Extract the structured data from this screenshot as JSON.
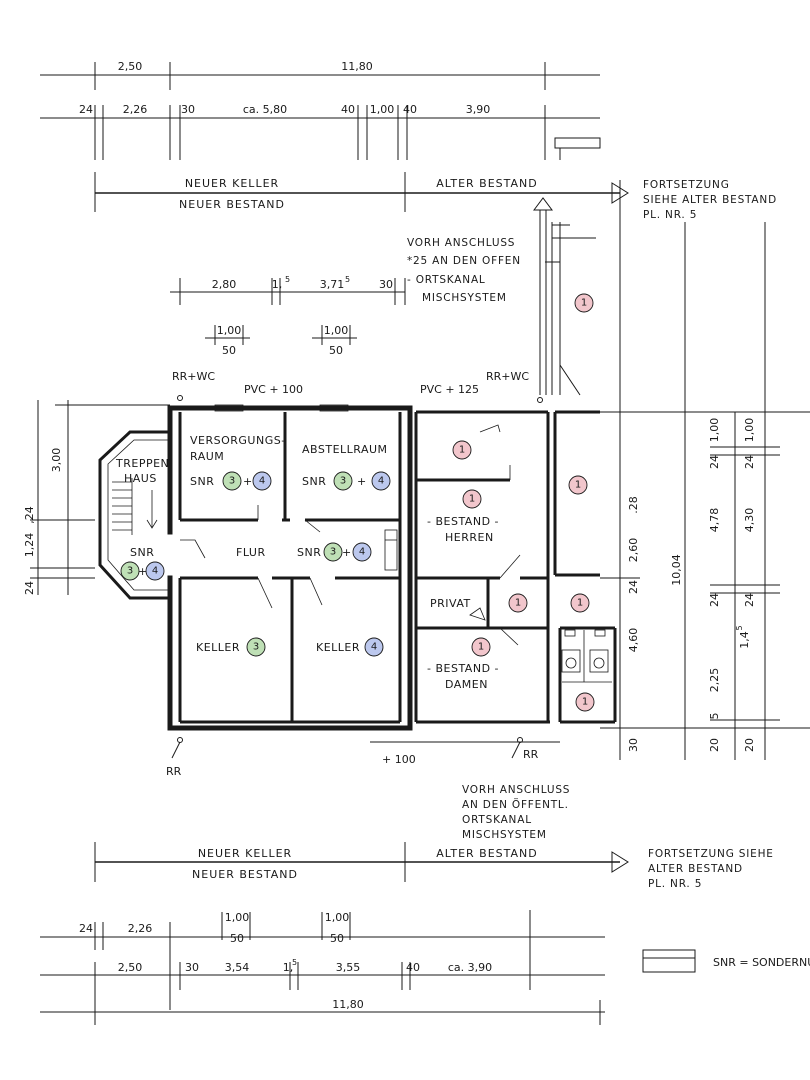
{
  "colors": {
    "unit1": "#f2c6cc",
    "unit3": "#bfe0b6",
    "unit4": "#bcc8ee",
    "line": "#1a1a1a"
  },
  "top_dims": {
    "row1": [
      "2,50",
      "11,80"
    ],
    "row2": [
      "24",
      "2,26",
      "30",
      "ca. 5,80",
      "40",
      "1,00",
      "40",
      "3,90"
    ]
  },
  "bands": {
    "top_left_1": "NEUER KELLER",
    "top_right_1": "ALTER BESTAND",
    "top_left_2": "NEUER BESTAND",
    "bottom_left_1": "NEUER KELLER",
    "bottom_right_1": "ALTER BESTAND",
    "bottom_left_2": "NEUER BESTAND"
  },
  "notes": {
    "fort_top": [
      "FORTSETZUNG",
      "SIEHE ALTER BESTAND",
      "PL. NR. 5"
    ],
    "fort_bottom": [
      "FORTSETZUNG SIEHE",
      "ALTER BESTAND",
      "PL. NR. 5"
    ],
    "vorh_top": [
      "VORH ANSCHLUSS",
      "*25 AN DEN OFFEN",
      "- ORTSKANAL",
      "MISCHSYSTEM"
    ],
    "vorh_bottom": [
      "VORH ANSCHLUSS",
      "AN DEN ÖFFENTL.",
      "ORTSKANAL",
      "MISCHSYSTEM"
    ],
    "rr_wc_left": "RR+WC",
    "rr_wc_right": "RR+WC",
    "pvc_100": "PVC + 100",
    "pvc_125": "PVC + 125",
    "plus_100": "+ 100",
    "rr_left": "RR",
    "rr_mid": "RR",
    "legend": "SNR = SONDERNU"
  },
  "inner_dims": {
    "row": [
      "2,80",
      "1,",
      "5",
      "3,71",
      "5",
      "30"
    ],
    "lintel": [
      "1,00",
      "50",
      "1,00",
      "50"
    ]
  },
  "left_dims": [
    "3,00",
    ",24",
    "1,24",
    "24"
  ],
  "mid_dims": [
    ".28",
    "2,60",
    "24",
    "4,60",
    "30"
  ],
  "right_dims": {
    "col1": [
      "1,00",
      "4,78",
      "2,25",
      "1,4",
      "5",
      "5",
      "10,04"
    ],
    "col1_sub": [
      "24",
      "24",
      "20"
    ],
    "col2": [
      "1,00",
      "4,30",
      "24",
      "24",
      "20"
    ]
  },
  "rooms": {
    "versorgung": [
      "VERSORGUNGS-",
      "RAUM"
    ],
    "abstell": "ABSTELLRAUM",
    "treppen": [
      "TREPPEN",
      "HAUS"
    ],
    "flur": "FLUR",
    "keller3": "KELLER",
    "keller4": "KELLER",
    "herren": [
      "- BESTAND -",
      "HERREN"
    ],
    "privat": "PRIVAT",
    "damen": [
      "- BESTAND -",
      "DAMEN"
    ],
    "snr": "SNR",
    "plus": "+"
  },
  "badges": {
    "n1": "1",
    "n3": "3",
    "n4": "4"
  },
  "bottom_dims": {
    "row1": [
      "24",
      "2,26",
      "1,00",
      "50",
      "1,00",
      "50"
    ],
    "row2": [
      "2,50",
      "30",
      "3,54",
      "1,",
      "5",
      "3,55",
      "40",
      "ca. 3,90"
    ],
    "row3": [
      "11,80"
    ]
  }
}
